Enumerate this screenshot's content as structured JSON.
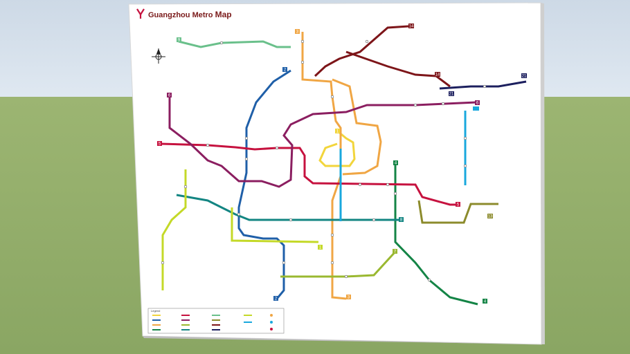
{
  "map": {
    "title_part1": "Guangzhou",
    "title_part2": "Metro",
    "title_part3": "Map",
    "legend_heading": "Legend",
    "line_badges": [
      "1",
      "2",
      "3",
      "4",
      "5",
      "6",
      "7",
      "8",
      "9",
      "13",
      "14",
      "21",
      "APM"
    ],
    "colors": {
      "line1": "#f2d53c",
      "line2": "#1f5fa8",
      "line3": "#f0a644",
      "line4": "#148446",
      "line5": "#c6123f",
      "line6": "#8b1e60",
      "line7": "#9ab830",
      "line8": "#138582",
      "line9": "#6ac08b",
      "line13": "#8c8b2c",
      "line14": "#7d1519",
      "line21": "#1c1f5e",
      "apm": "#19a8dd",
      "guangfo": "#c4d928"
    }
  }
}
